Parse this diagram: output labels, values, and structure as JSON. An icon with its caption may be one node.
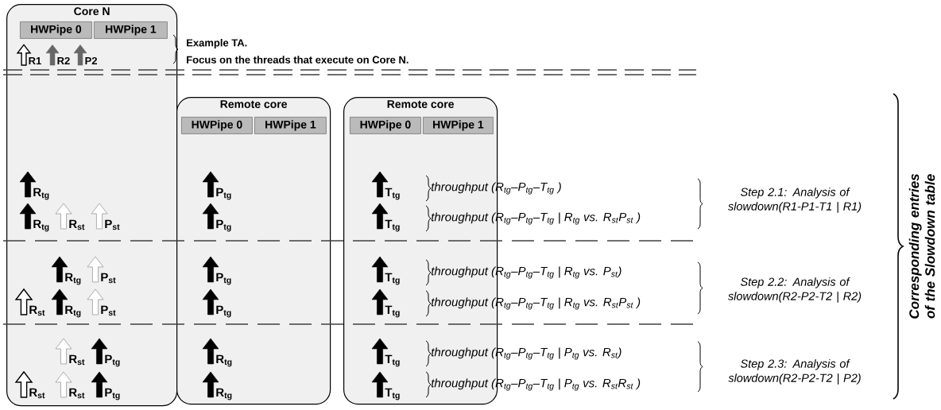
{
  "diagram": {
    "nodes": [
      {
        "text": [
          "Core N"
        ]
      },
      {
        "text": [
          "HWPipe 0"
        ],
        "in": 0
      },
      {
        "text": [
          "HWPipe 1"
        ],
        "in": 0
      },
      {
        "text": [
          "Remote core"
        ]
      },
      {
        "text": [
          "HWPipe 0"
        ],
        "in": 3
      },
      {
        "text": [
          "HWPipe 1"
        ],
        "in": 3
      },
      {
        "text": [
          "Remote core"
        ]
      },
      {
        "text": [
          "HWPipe 0"
        ],
        "in": 6
      },
      {
        "text": [
          "HWPipe 1"
        ],
        "in": 6
      }
    ],
    "labels": [
      "R1",
      "R2",
      "P2",
      "Example TA.",
      "Focus on the threads that execute on Core N.",
      "R$_{tg}$",
      "P$_{tg}$",
      "T$_{tg}$",
      "throughput (R$_{tg}$–P$_{tg}$–T$_{tg}$ )",
      "R$_{tg}$",
      "R$_{st}$",
      "P$_{st}$",
      "P$_{tg}$",
      "T$_{tg}$",
      "throughput (R$_{tg}$–P$_{tg}$–T$_{tg}$ | R$_{tg}$ vs. R$_{st}$P$_{st}$ )",
      "Step 2.1: Analysis of slowdown(R1-P1-T1 | R1)",
      "R$_{tg}$",
      "P$_{st}$",
      "P$_{tg}$",
      "T$_{tg}$",
      "throughput (R$_{tg}$–P$_{tg}$–T$_{tg}$ | R$_{tg}$ vs. P$_{st}$)",
      "R$_{st}$",
      "R$_{tg}$",
      "P$_{st}$",
      "P$_{tg}$",
      "T$_{tg}$",
      "throughput (R$_{tg}$–P$_{tg}$–T$_{tg}$ | R$_{tg}$ vs. R$_{st}$P$_{st}$ )",
      "Step 2.2: Analysis of slowdown(R2-P2-T2 | R2)",
      "R$_{st}$",
      "P$_{tg}$",
      "R$_{tg}$",
      "T$_{tg}$",
      "throughput (R$_{tg}$–P$_{tg}$–T$_{tg}$   | P$_{tg}$ vs. R$_{st}$)",
      "R$_{st}$",
      "R$_{st}$",
      "P$_{tg}$",
      "R$_{tg}$",
      "T$_{tg}$",
      "throughput (R$_{tg}$–P$_{tg}$–T$_{tg}$ | P$_{tg}$ vs. R$_{st}$R$_{st}$ )",
      "Step 2.3: Analysis of slowdown(R2-P2-T2 | P2)",
      "Corresponding entries of the Slowdown table"
    ]
  }
}
